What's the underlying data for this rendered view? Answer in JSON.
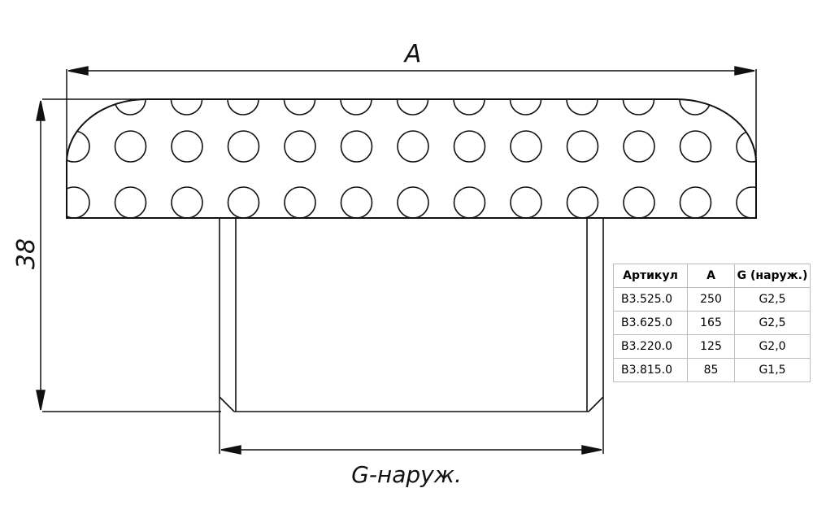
{
  "labels": {
    "dim_width": "A",
    "dim_height": "38",
    "dim_thread": "G-наруж."
  },
  "table": {
    "headers": [
      "Артикул",
      "A",
      "G (наруж.)"
    ],
    "rows": [
      [
        "В3.525.0",
        "250",
        "G2,5"
      ],
      [
        "В3.625.0",
        "165",
        "G2,5"
      ],
      [
        "В3.220.0",
        "125",
        "G2,0"
      ],
      [
        "В3.815.0",
        "85",
        "G1,5"
      ]
    ]
  }
}
